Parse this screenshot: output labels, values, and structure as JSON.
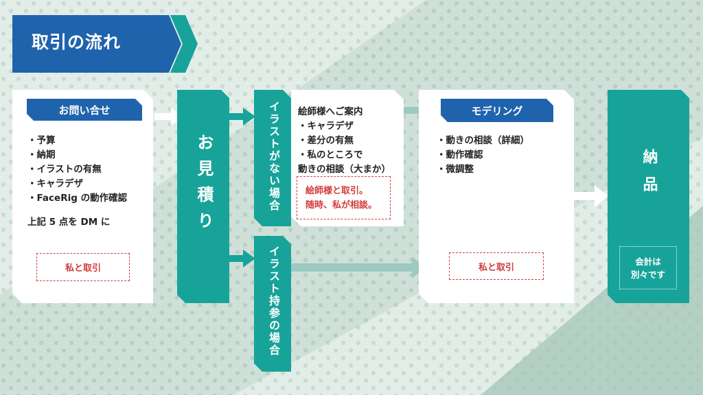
{
  "title": "取引の流れ",
  "step1": {
    "header": "お問い合せ",
    "items": [
      "・予算",
      "・納期",
      "・イラストの有無",
      "・キャラデザ",
      "・FaceRig の動作確認"
    ],
    "note": "上記 5 点を DM に",
    "box": "私と取引"
  },
  "step2": {
    "label": "お見積り"
  },
  "branch_a": {
    "label": "イラストがない場合",
    "heading": "絵師様へご案内",
    "items": [
      "・キャラデザ",
      "・差分の有無",
      "・私のところで",
      "動きの相談（大まか）"
    ],
    "box_lines": [
      "絵師様と取引。",
      "随時、私が相談。"
    ]
  },
  "branch_b": {
    "label": "イラスト持参の場合"
  },
  "step3": {
    "header": "モデリング",
    "items": [
      "・動きの相談（詳細）",
      "・動作確認",
      "・微調整"
    ],
    "box": "私と取引"
  },
  "step4": {
    "label": "納品",
    "note_lines": [
      "会計は",
      "別々です"
    ]
  },
  "colors": {
    "blue": "#1f63ad",
    "teal": "#17a39a",
    "red": "#d33b3b",
    "bg": "#dfeae5"
  }
}
